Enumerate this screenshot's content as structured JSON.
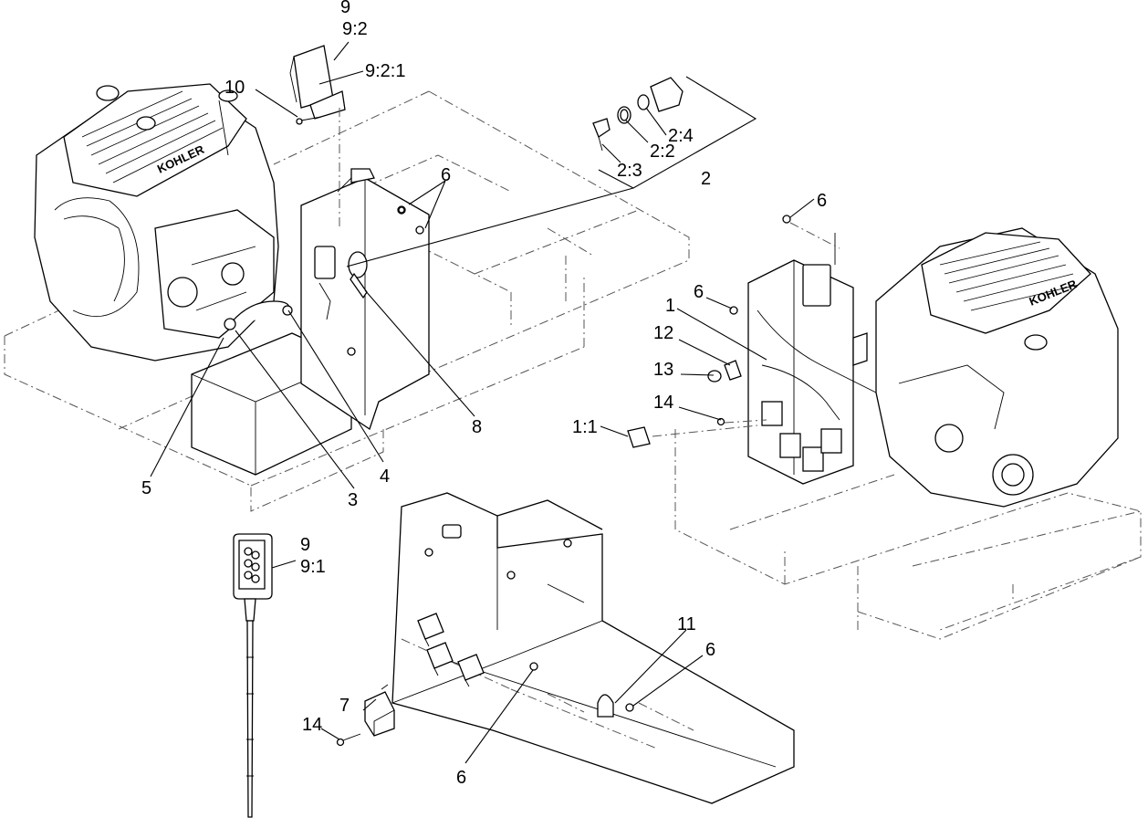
{
  "diagram": {
    "engine_brand": "KOHLER",
    "callouts": [
      {
        "id": "c-9-top",
        "text": "9"
      },
      {
        "id": "c-9-2",
        "text": "9:2"
      },
      {
        "id": "c-9-2-1",
        "text": "9:2:1"
      },
      {
        "id": "c-10",
        "text": "10"
      },
      {
        "id": "c-2-4",
        "text": "2:4"
      },
      {
        "id": "c-2-2",
        "text": "2:2"
      },
      {
        "id": "c-2-3",
        "text": "2:3"
      },
      {
        "id": "c-2",
        "text": "2"
      },
      {
        "id": "c-6-a",
        "text": "6"
      },
      {
        "id": "c-6-b",
        "text": "6"
      },
      {
        "id": "c-6-c",
        "text": "6"
      },
      {
        "id": "c-1",
        "text": "1"
      },
      {
        "id": "c-12",
        "text": "12"
      },
      {
        "id": "c-13",
        "text": "13"
      },
      {
        "id": "c-14-a",
        "text": "14"
      },
      {
        "id": "c-1-1",
        "text": "1:1"
      },
      {
        "id": "c-8",
        "text": "8"
      },
      {
        "id": "c-4",
        "text": "4"
      },
      {
        "id": "c-3",
        "text": "3"
      },
      {
        "id": "c-5",
        "text": "5"
      },
      {
        "id": "c-9-bottom",
        "text": "9"
      },
      {
        "id": "c-9-1",
        "text": "9:1"
      },
      {
        "id": "c-11",
        "text": "11"
      },
      {
        "id": "c-6-d",
        "text": "6"
      },
      {
        "id": "c-7",
        "text": "7"
      },
      {
        "id": "c-14-b",
        "text": "14"
      },
      {
        "id": "c-6-e",
        "text": "6"
      }
    ]
  }
}
